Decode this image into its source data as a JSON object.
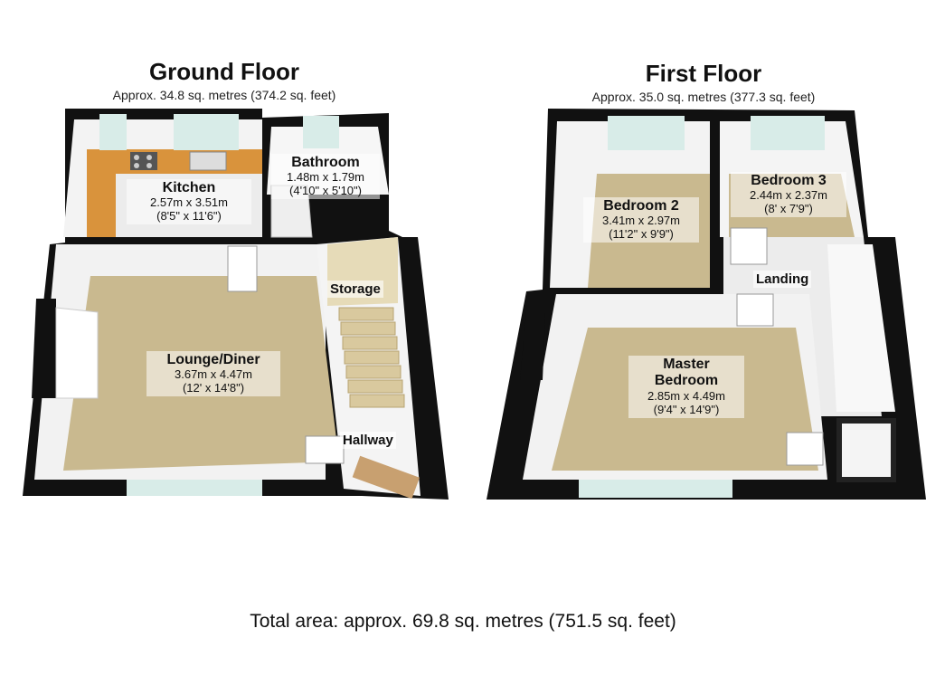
{
  "ground_floor": {
    "title": "Ground Floor",
    "subtitle": "Approx. 34.8 sq. metres (374.2 sq. feet)",
    "rooms": [
      {
        "name": "Kitchen",
        "dim_m": "2.57m x 3.51m",
        "dim_ft": "(8'5\" x 11'6\")"
      },
      {
        "name": "Bathroom",
        "dim_m": "1.48m x 1.79m",
        "dim_ft": "(4'10\" x 5'10\")"
      },
      {
        "name": "Lounge/Diner",
        "dim_m": "3.67m x 4.47m",
        "dim_ft": "(12' x 14'8\")"
      }
    ],
    "tags": [
      "Storage",
      "Hallway"
    ]
  },
  "first_floor": {
    "title": "First Floor",
    "subtitle": "Approx. 35.0 sq. metres (377.3 sq. feet)",
    "rooms": [
      {
        "name": "Bedroom 2",
        "dim_m": "3.41m x 2.97m",
        "dim_ft": "(11'2\" x 9'9\")"
      },
      {
        "name": "Bedroom 3",
        "dim_m": "2.44m x 2.37m",
        "dim_ft": "(8' x 7'9\")"
      },
      {
        "name": "Master",
        "name2": "Bedroom",
        "dim_m": "2.85m x 4.49m",
        "dim_ft": "(9'4\" x 14'9\")"
      }
    ],
    "tags": [
      "Landing"
    ]
  },
  "total_area": "Total area: approx. 69.8 sq. metres (751.5 sq. feet)",
  "colors": {
    "wall_top": "#111111",
    "wall_inner": "#f4f4f4",
    "carpet": "#c9b98f",
    "kitchen_floor": "#f0f0f0",
    "worktop": "#d9933c",
    "window": "#d8ece8"
  }
}
